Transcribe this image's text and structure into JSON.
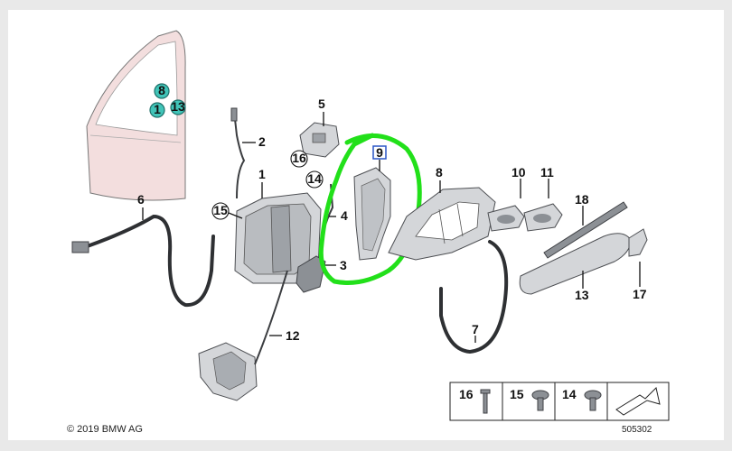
{
  "labels": {
    "p1": "1",
    "p2": "2",
    "p3": "3",
    "p4": "4",
    "p5": "5",
    "p6": "6",
    "p7": "7",
    "p8": "8",
    "p9": "9",
    "p10": "10",
    "p11": "11",
    "p12": "12",
    "p13": "13",
    "p14": "14",
    "p15": "15",
    "p16": "16",
    "p17": "17",
    "p18": "18"
  },
  "door_callouts": [
    "8",
    "1",
    "13"
  ],
  "screws_legend": [
    "16",
    "15",
    "14"
  ],
  "copyright": "© 2019 BMW AG",
  "diagram_number": "505302",
  "colors": {
    "highlight_loop": "#22e01a",
    "callout_teal": "#41c4b8",
    "selected_box": "#2a56c6"
  }
}
